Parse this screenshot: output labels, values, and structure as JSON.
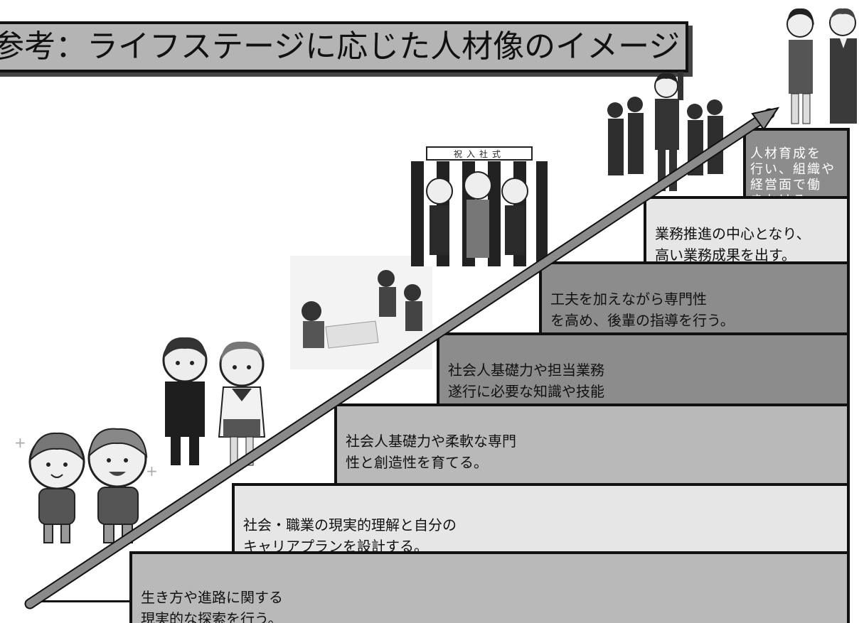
{
  "title": "参考：ライフステージに応じた人材像のイメージ",
  "steps": [
    {
      "text": "生き方や進路に関する\n現実的な探索を行う。"
    },
    {
      "text": "社会・職業の現実的理解と自分の\nキャリアプランを設計する。"
    },
    {
      "text": "社会人基礎力や柔軟な専門\n性と創造性を育てる。"
    },
    {
      "text": "社会人基礎力や担当業務\n遂行に必要な知識や技能\nを習得する。"
    },
    {
      "text": "工夫を加えながら専門性\nを高め、後輩の指導を行う。"
    },
    {
      "text": "業務推進の中心となり、\n高い業務成果を出す。"
    },
    {
      "text": "人材育成を\n行い、組織や\n経営面で働\nきかける。"
    }
  ],
  "sign_text": "祝入社式",
  "colors": {
    "step_light": "#e6e6e6",
    "step_mid": "#b9b9b9",
    "step_dark": "#8c8c8c",
    "arrow": "#8a8a8a"
  }
}
